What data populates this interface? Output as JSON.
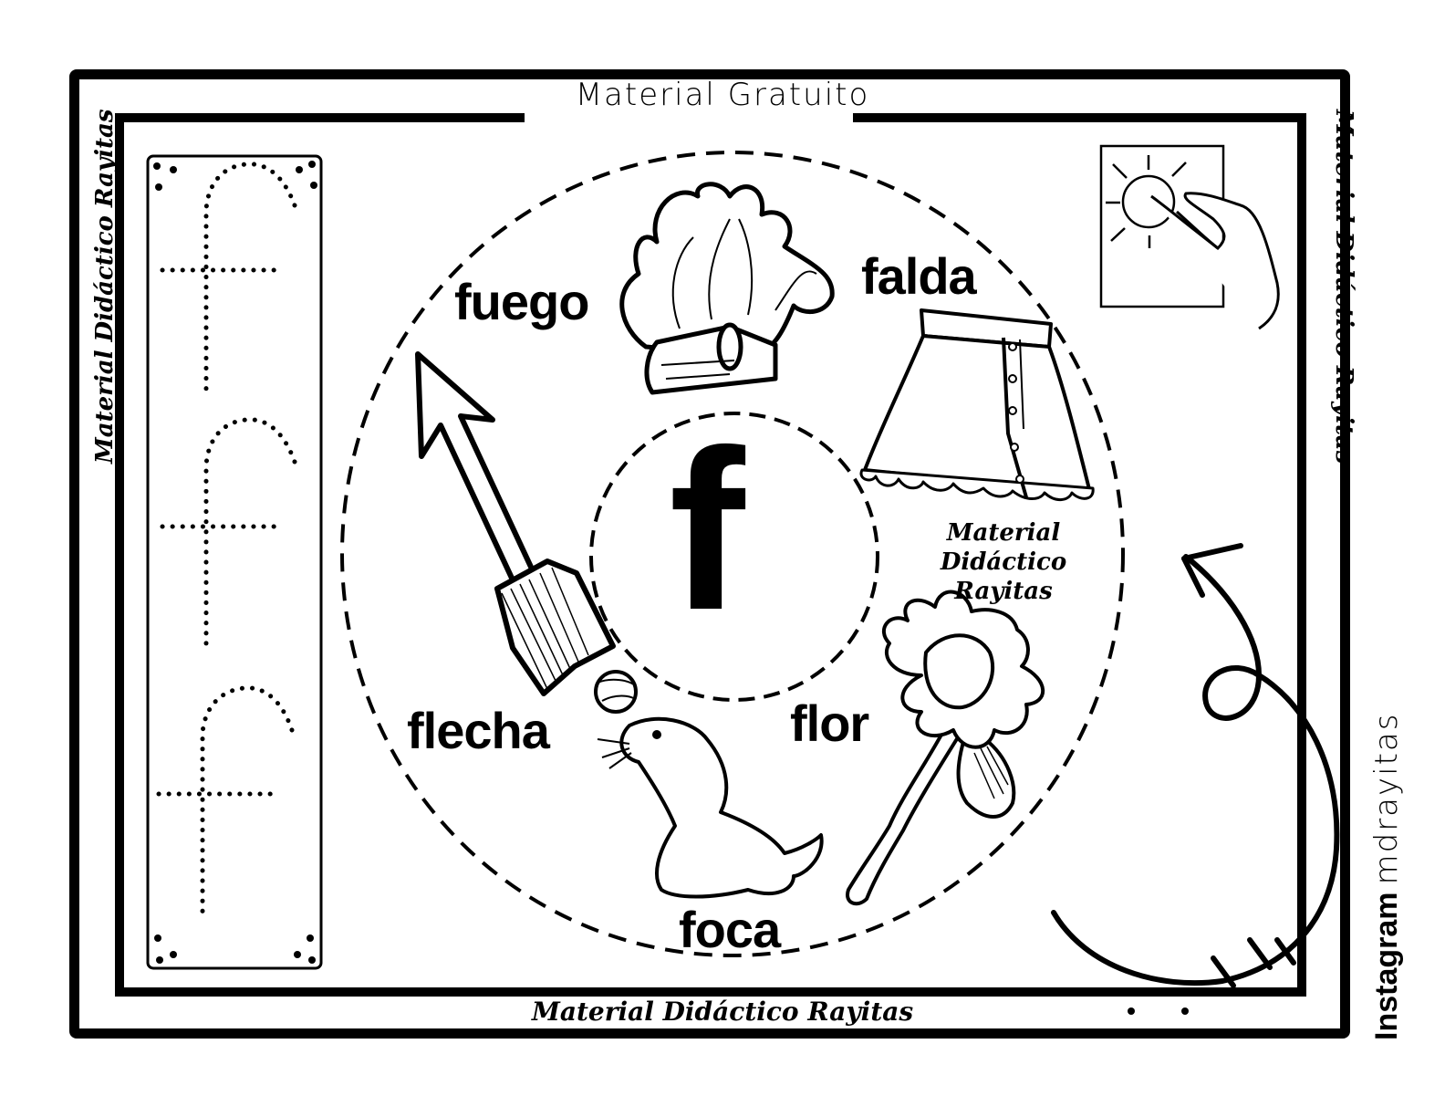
{
  "header": {
    "title": "Material Gratuito"
  },
  "footer": {
    "credit": "Material Didáctico Rayitas"
  },
  "sides": {
    "left_credit": "Material Didáctico Rayitas",
    "right_credit": "Material Didáctico Rayitas"
  },
  "social": {
    "network": "Instagram",
    "handle": "mdrayitas"
  },
  "letter": "f",
  "words": {
    "fuego": "fuego",
    "falda": "falda",
    "flecha": "flecha",
    "flor": "flor",
    "foca": "foca"
  },
  "watermark": {
    "line1": "Material",
    "line2": "Didáctico",
    "line3": "Rayitas"
  },
  "icons": [
    "fire-icon",
    "skirt-icon",
    "arrow-icon",
    "flower-icon",
    "seal-icon",
    "finger-trace-icon",
    "tracing-path-icon"
  ]
}
